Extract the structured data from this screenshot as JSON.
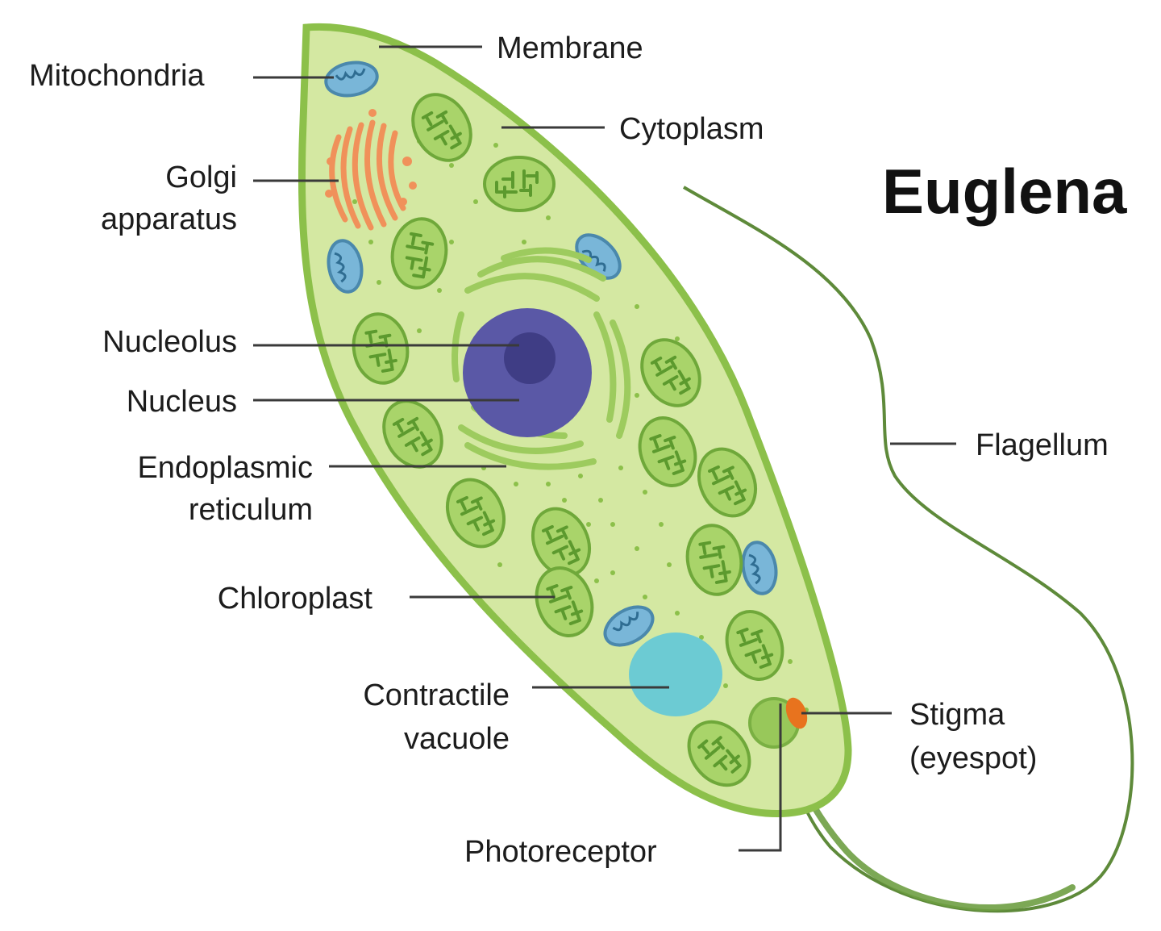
{
  "title": "Euglena",
  "labels": {
    "membrane": "Membrane",
    "mitochondria": "Mitochondria",
    "cytoplasm": "Cytoplasm",
    "golgi_line1": "Golgi",
    "golgi_line2": "apparatus",
    "nucleolus": "Nucleolus",
    "nucleus": "Nucleus",
    "er_line1": "Endoplasmic",
    "er_line2": "reticulum",
    "chloroplast": "Chloroplast",
    "vacuole_line1": "Contractile",
    "vacuole_line2": "vacuole",
    "flagellum": "Flagellum",
    "stigma_line1": "Stigma",
    "stigma_line2": "(eyespot)",
    "photoreceptor": "Photoreceptor"
  },
  "colors": {
    "cell_fill": "#d4e8a2",
    "cell_outline": "#8cc04a",
    "chloroplast_fill": "#a9d46a",
    "chloroplast_stroke": "#6fa83a",
    "thylakoid": "#5c9a2e",
    "mitochondria_fill": "#79b6d8",
    "mitochondria_stroke": "#4a88ac",
    "golgi": "#f0915a",
    "nucleus": "#5a58a6",
    "nucleolus": "#3f3d85",
    "er": "#9dcb5e",
    "vacuole": "#6ccbd3",
    "stigma": "#e8731e",
    "flagellum": "#5e8a3a"
  }
}
